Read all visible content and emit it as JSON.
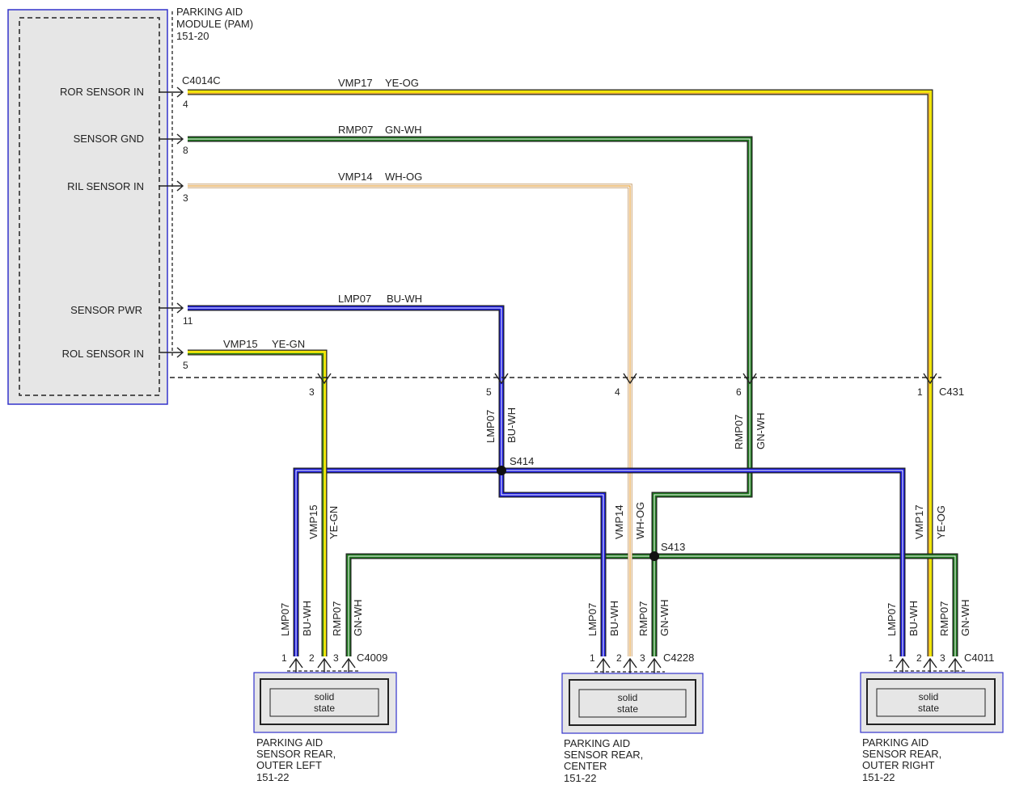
{
  "module": {
    "title": [
      "PARKING AID",
      "MODULE (PAM)",
      "151-20"
    ],
    "connector": "C4014C",
    "pins": [
      {
        "label": "ROR SENSOR IN",
        "pin": "4"
      },
      {
        "label": "SENSOR GND",
        "pin": "8"
      },
      {
        "label": "RIL SENSOR IN",
        "pin": "3"
      },
      {
        "label": "SENSOR PWR",
        "pin": "11"
      },
      {
        "label": "ROL SENSOR IN",
        "pin": "5"
      }
    ]
  },
  "wires": {
    "ror": {
      "circuit": "VMP17",
      "color": "YE-OG"
    },
    "gnd": {
      "circuit": "RMP07",
      "color": "GN-WH"
    },
    "ril": {
      "circuit": "VMP14",
      "color": "WH-OG"
    },
    "pwr": {
      "circuit": "LMP07",
      "color": "BU-WH"
    },
    "rol": {
      "circuit": "VMP15",
      "color": "YE-GN"
    }
  },
  "inline": {
    "connector": "C431",
    "pins": [
      "3",
      "5",
      "4",
      "6",
      "1"
    ]
  },
  "splices": {
    "pwr": "S414",
    "gnd": "S413"
  },
  "sensors": [
    {
      "connector": "C4009",
      "pins": [
        "1",
        "2",
        "3"
      ],
      "inner": [
        "solid",
        "state"
      ],
      "title": [
        "PARKING AID",
        "SENSOR REAR,",
        "OUTER LEFT",
        "151-22"
      ]
    },
    {
      "connector": "C4228",
      "pins": [
        "1",
        "2",
        "3"
      ],
      "inner": [
        "solid",
        "state"
      ],
      "title": [
        "PARKING AID",
        "SENSOR REAR,",
        "CENTER",
        "151-22"
      ]
    },
    {
      "connector": "C4011",
      "pins": [
        "1",
        "2",
        "3"
      ],
      "inner": [
        "solid",
        "state"
      ],
      "title": [
        "PARKING AID",
        "SENSOR REAR,",
        "OUTER RIGHT",
        "151-22"
      ]
    }
  ],
  "colors": {
    "blue": "#1a1adc",
    "green": "#1e7a1e",
    "yellow": "#f2e60a",
    "orange": "#e8a540",
    "white": "#ffffff",
    "frame": "#3333cc",
    "module_fill": "#e6e6e6"
  }
}
